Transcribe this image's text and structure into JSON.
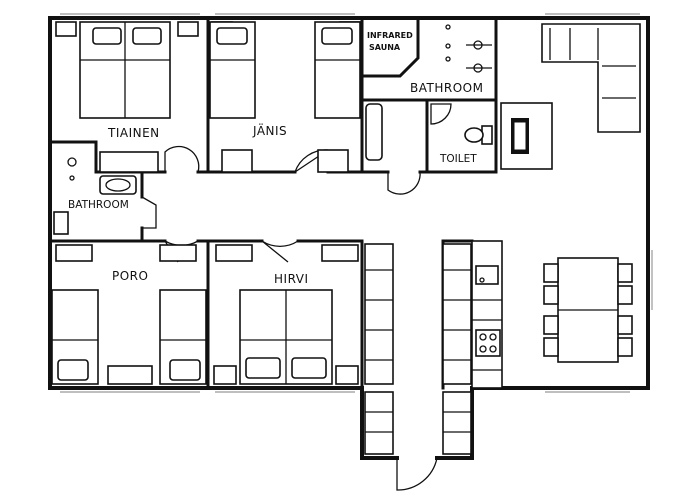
{
  "rooms": {
    "tiainen": "TIAINEN",
    "janis": "JÄNIS",
    "sauna_line1": "INFRARED",
    "sauna_line2": "SAUNA",
    "bathroom_main": "BATHROOM",
    "toilet": "TOILET",
    "bathroom_small": "BATHROOM",
    "poro": "PORO",
    "hirvi": "HIRVI"
  }
}
